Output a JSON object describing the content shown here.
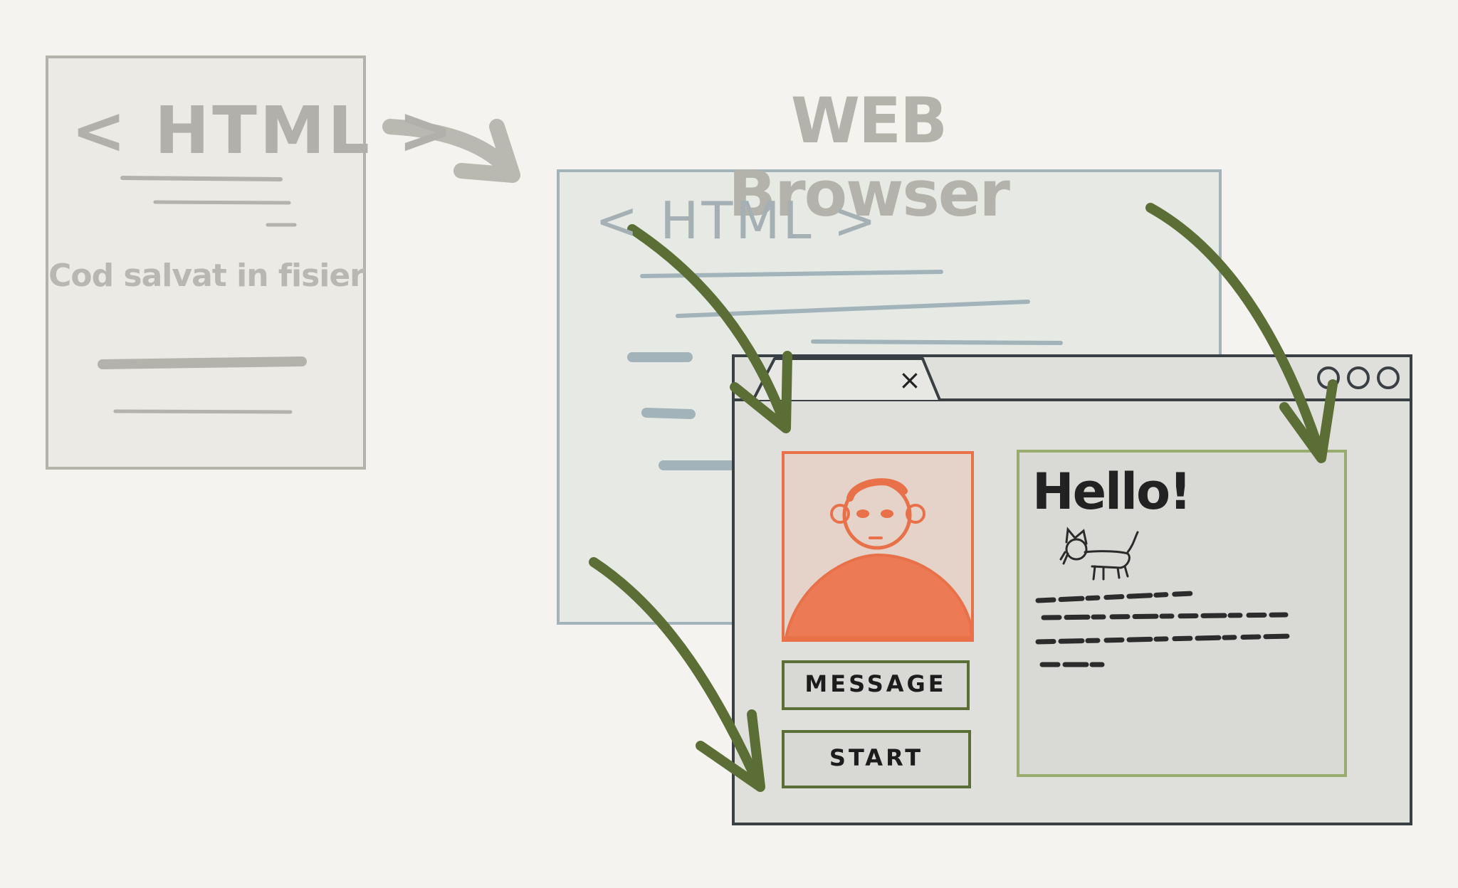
{
  "file_panel": {
    "tag": "< HTML >",
    "caption": "Cod salvat in fisier"
  },
  "browser": {
    "title": "WEB Browser",
    "source_tag": "< HTML >"
  },
  "rendered_window": {
    "tab_close_glyph": "×",
    "buttons": {
      "message": "MESSAGE",
      "start": "START"
    },
    "content": {
      "greeting": "Hello!"
    }
  },
  "colors": {
    "background": "#f4f3ef",
    "file_stroke": "#b3b2ab",
    "source_stroke": "#a3b3ba",
    "window_stroke": "#3a3f44",
    "arrow_green": "#5a6e35",
    "avatar_orange": "#e8714a",
    "content_border": "#9aab6f"
  }
}
